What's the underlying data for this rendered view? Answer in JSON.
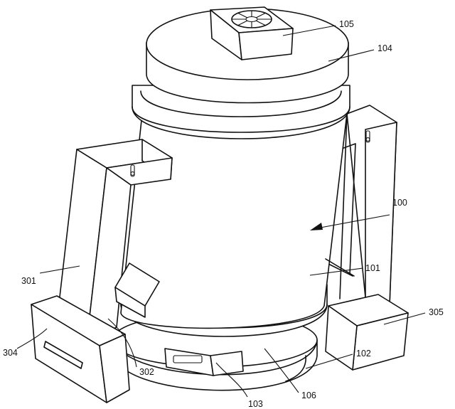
{
  "labels": {
    "l100": "100",
    "l101": "101",
    "l102": "102",
    "l103": "103",
    "l104": "104",
    "l105": "105",
    "l106": "106",
    "l301": "301",
    "l302": "302",
    "l304": "304",
    "l305": "305"
  }
}
